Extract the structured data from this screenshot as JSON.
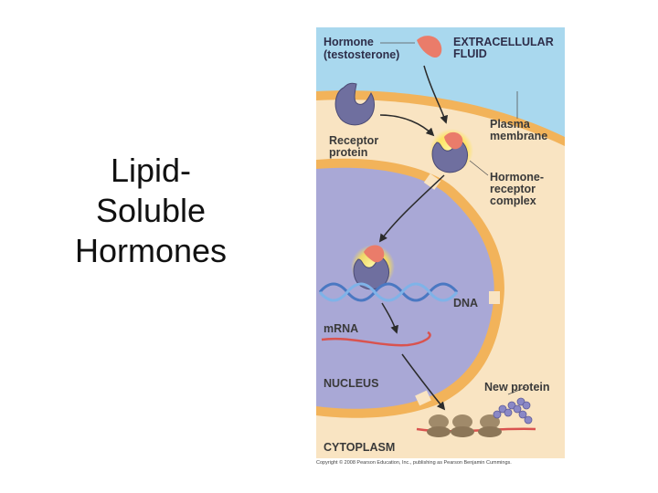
{
  "slide": {
    "title_lines": [
      "Lipid-",
      "Soluble",
      "Hormones"
    ]
  },
  "diagram": {
    "labels": {
      "hormone_line1": "Hormone",
      "hormone_line2": "(testosterone)",
      "extracellular_line1": "EXTRACELLULAR",
      "extracellular_line2": "FLUID",
      "plasma_line1": "Plasma",
      "plasma_line2": "membrane",
      "receptor_line1": "Receptor",
      "receptor_line2": "protein",
      "complex_line1": "Hormone-",
      "complex_line2": "receptor",
      "complex_line3": "complex",
      "dna": "DNA",
      "mrna": "mRNA",
      "nucleus": "NUCLEUS",
      "new_protein": "New protein",
      "cytoplasm": "CYTOPLASM"
    },
    "copyright": "Copyright © 2008 Pearson Education, Inc., publishing as Pearson Benjamin Cummings.",
    "colors": {
      "extracellular": "#a9d8ee",
      "membrane": "#f2b35a",
      "cytoplasm": "#f9e4c2",
      "nucleus": "#a9a8d6",
      "hormone": "#ea7c6a",
      "receptor": "#6f6f9f",
      "mrna": "#d9534f",
      "protein": "#8a88c6"
    }
  }
}
